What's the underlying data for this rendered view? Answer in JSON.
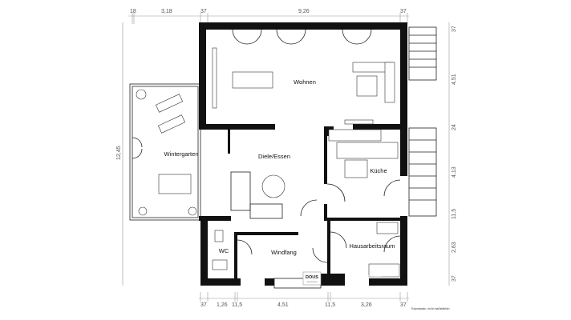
{
  "dimensions": {
    "top": [
      "18",
      "3,18",
      "37",
      "9,26",
      "37"
    ],
    "bottom": [
      "37",
      "1,26",
      "11,5",
      "4,51",
      "11,5",
      "3,26",
      "37"
    ],
    "right": [
      "37",
      "4,51",
      "24",
      "4,13",
      "11,5",
      "2,63",
      "37"
    ],
    "left": [
      "12,45"
    ]
  },
  "rooms": {
    "wohnen": "Wohnen",
    "wintergarten": "Wintergarten",
    "diele": "Diele/Essen",
    "kueche": "Küche",
    "wc": "WC",
    "windfang": "Windfang",
    "hausarbeitsraum": "Hausarbeitsraum"
  },
  "logo": {
    "text": "DOUS",
    "subtitle": "IMMOBILIEN"
  },
  "note": "Exposéplan, nicht maßstäblich",
  "logo_footer": "DOUS IMMOBILIEN"
}
